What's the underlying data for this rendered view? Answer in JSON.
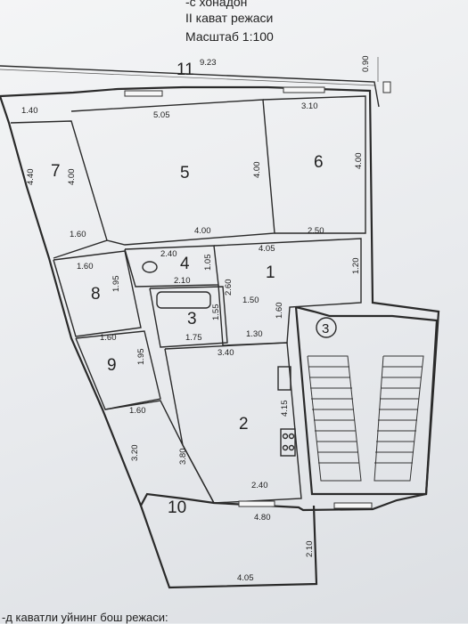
{
  "header": {
    "title_partial": "-с хонадон",
    "floor_plan": "II кават режаси",
    "scale": "Масштаб 1:100"
  },
  "footer": {
    "caption": "-д каватли уйнинг бош режаси:"
  },
  "rooms": {
    "r1": "1",
    "r2": "2",
    "r3": "3",
    "r4": "4",
    "r5": "5",
    "r6": "6",
    "r7": "7",
    "r8": "8",
    "r9": "9",
    "r10": "10",
    "r11": "11",
    "stair": "3"
  },
  "dims": {
    "d11_len": "9.23",
    "d11_h": "0.90",
    "d7_w": "1.40",
    "d7_h": "4.40",
    "d7_in": "4.00",
    "d7_b": "1.60",
    "d5_top": "5.05",
    "d5_h": "4.00",
    "d5_b": "4.00",
    "d6_top": "3.10",
    "d6_h": "4.00",
    "d6_b": "2.50",
    "d4_w": "2.40",
    "d4_h": "1.05",
    "d4_b": "2.10",
    "d1_top": "4.05",
    "d1_r": "1.20",
    "d1_l": "2.60",
    "d1_m": "1.50",
    "d1_r2": "1.60",
    "d1_b": "1.30",
    "d8_w": "1.60",
    "d8_h": "1.95",
    "d3_h": "1.55",
    "d3_b": "1.75",
    "d9_w": "1.60",
    "d9_h": "1.95",
    "d2_top": "3.40",
    "d2_h": "4.15",
    "d2_b": "2.40",
    "d2_l": "3.80",
    "d10_w": "1.60",
    "d10_h": "3.20",
    "d10_b": "4.80",
    "d10_r": "2.10",
    "d10_bb": "4.05"
  }
}
